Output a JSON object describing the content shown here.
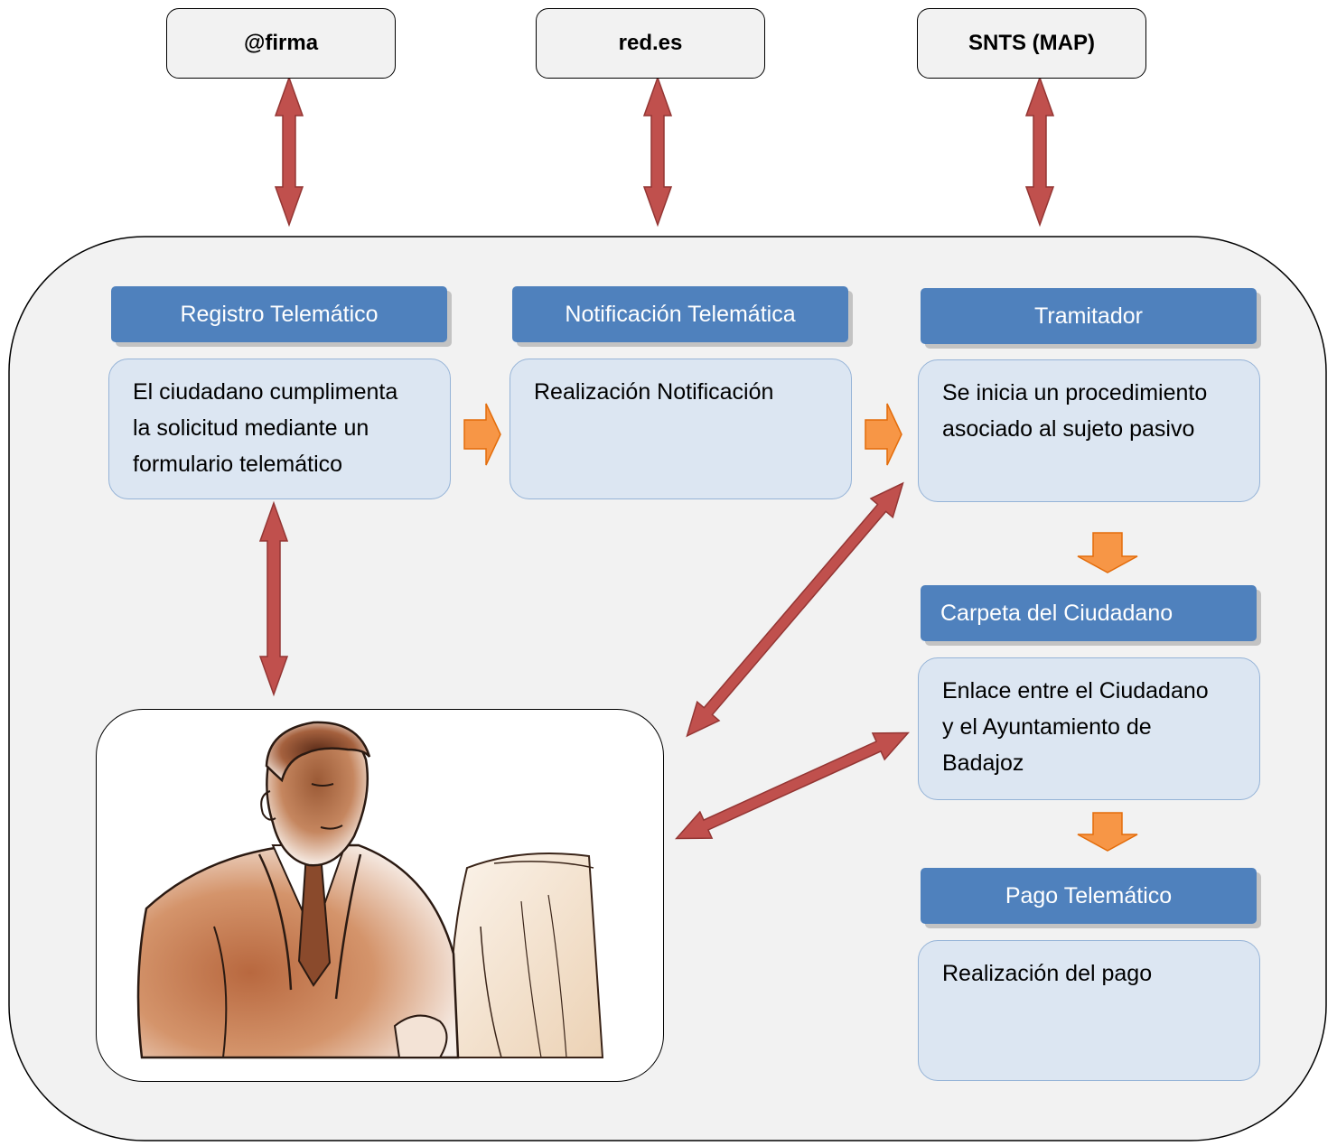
{
  "external_systems": {
    "firma": "@firma",
    "red": "red.es",
    "snts": "SNTS (MAP)"
  },
  "modules": {
    "registro": {
      "title": "Registro Telemático",
      "lines": [
        "El ciudadano cumplimenta",
        "la solicitud mediante un",
        "formulario telemático"
      ]
    },
    "notificacion": {
      "title": "Notificación Telemática",
      "lines": [
        "Realización Notificación"
      ]
    },
    "tramitador": {
      "title": "Tramitador",
      "lines": [
        "Se inicia un procedimiento",
        "asociado al sujeto pasivo"
      ]
    },
    "carpeta": {
      "title": "Carpeta del Ciudadano",
      "lines": [
        "Enlace entre el Ciudadano",
        "y el Ayuntamiento de",
        "Badajoz"
      ]
    },
    "pago": {
      "title": "Pago Telemático",
      "lines": [
        "Realización del pago"
      ]
    }
  },
  "colors": {
    "header_blue": "#4f81bd",
    "content_fill": "#dce6f2",
    "content_border": "#95b3d7",
    "link_arrow": "#c0504d",
    "flow_arrow": "#f79646",
    "container_fill": "#f2f2f2"
  },
  "icons": {
    "user_illustration": "person-at-computer-icon"
  }
}
